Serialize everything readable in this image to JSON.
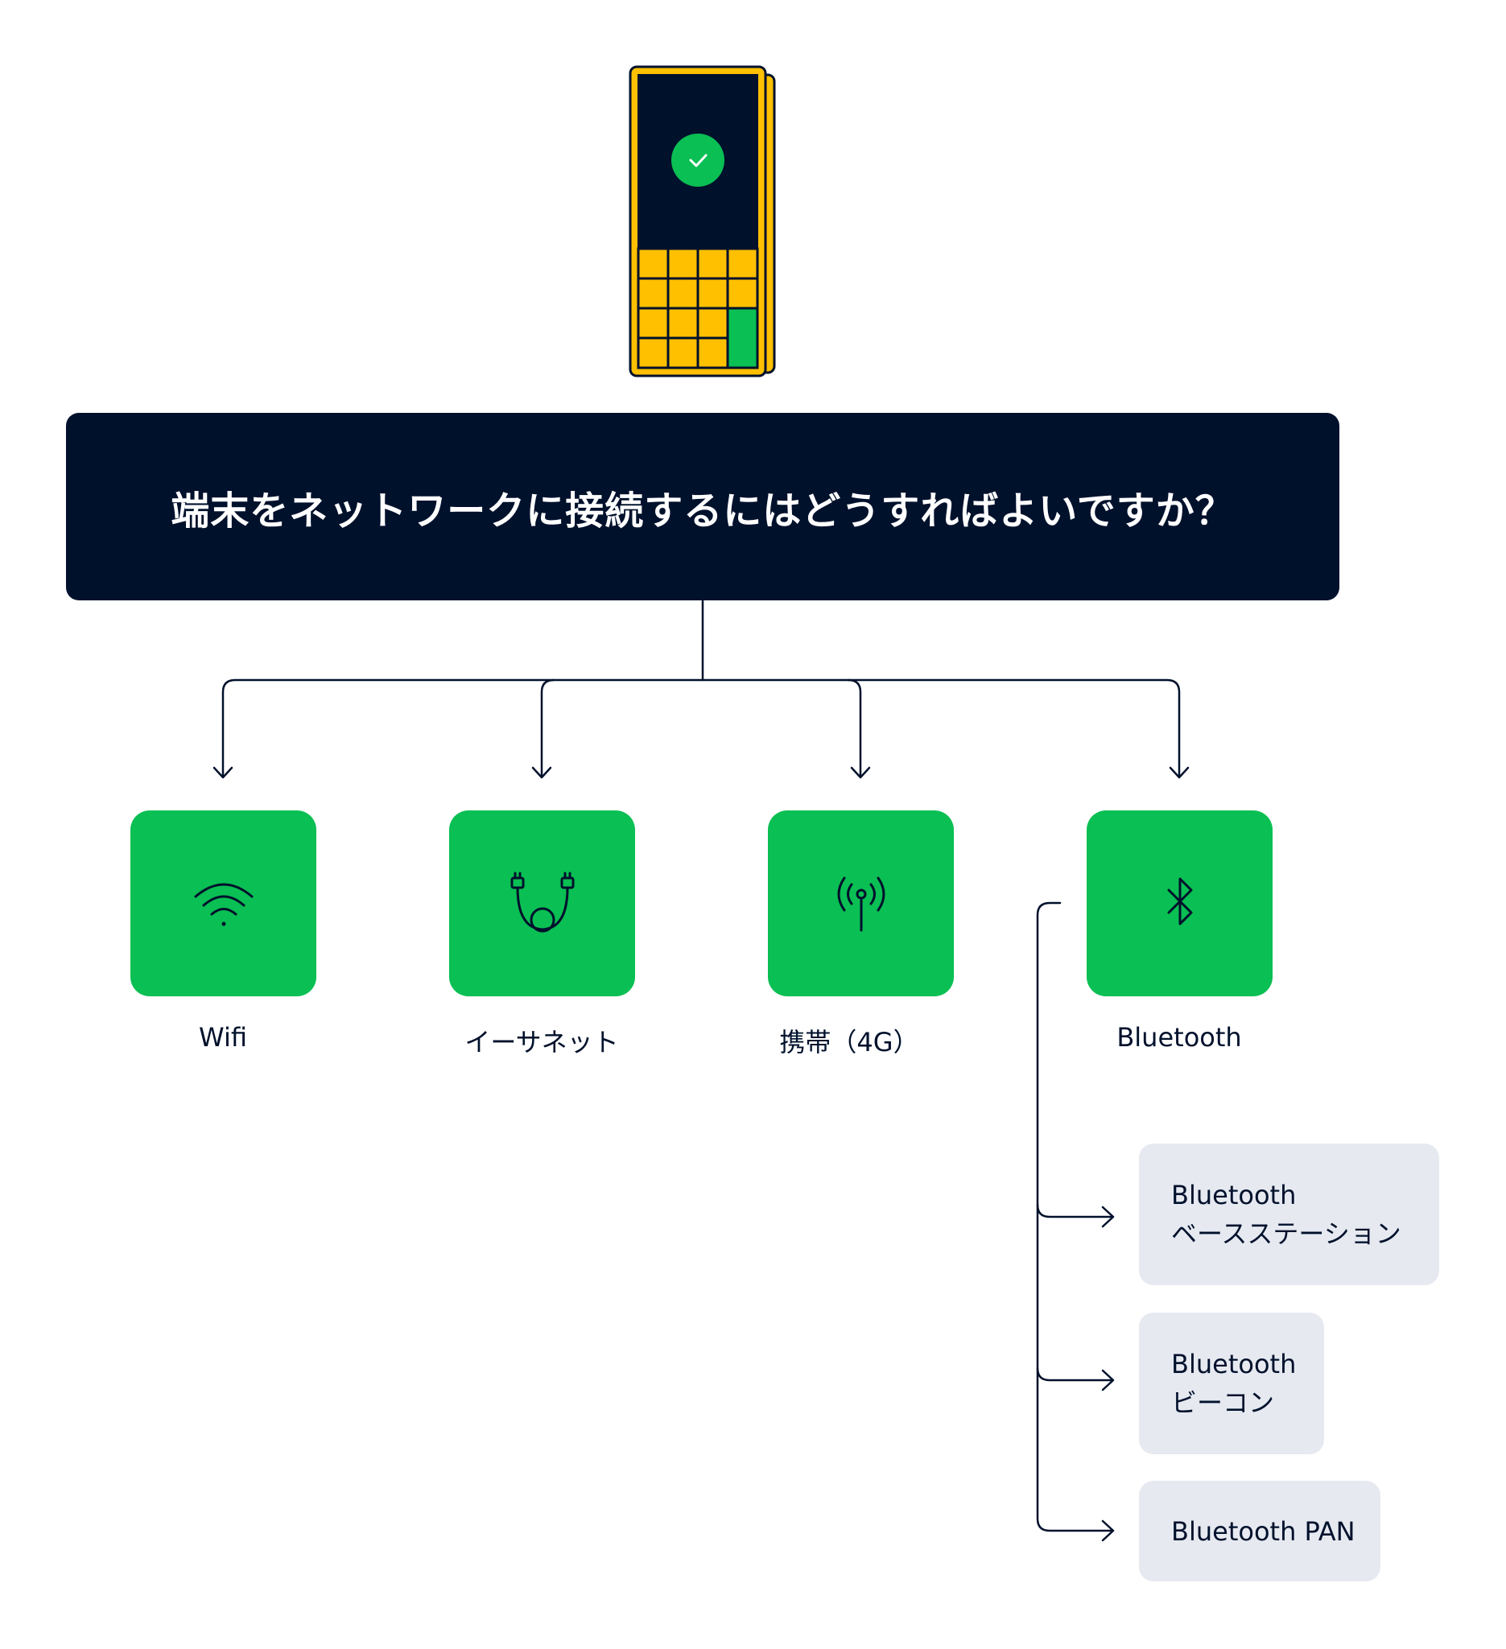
{
  "colors": {
    "navy": "#00112c",
    "green": "#0abf53",
    "yellow": "#ffc000",
    "sub_bg": "#e6e9f0"
  },
  "device": {
    "icon": "payment-terminal-icon",
    "status_icon": "checkmark-icon"
  },
  "question": "端末をネットワークに接続するにはどうすればよいですか？",
  "options": [
    {
      "label": "Wifi",
      "icon": "wifi-icon"
    },
    {
      "label": "イーサネット",
      "icon": "ethernet-cable-icon"
    },
    {
      "label": "携帯（4G）",
      "icon": "cellular-antenna-icon"
    },
    {
      "label": "Bluetooth",
      "icon": "bluetooth-icon"
    }
  ],
  "bluetooth_options": [
    {
      "line1": "Bluetooth",
      "line2": "ベースステーション"
    },
    {
      "line1": "Bluetooth",
      "line2": "ビーコン"
    },
    {
      "line1": "Bluetooth PAN",
      "line2": ""
    }
  ]
}
